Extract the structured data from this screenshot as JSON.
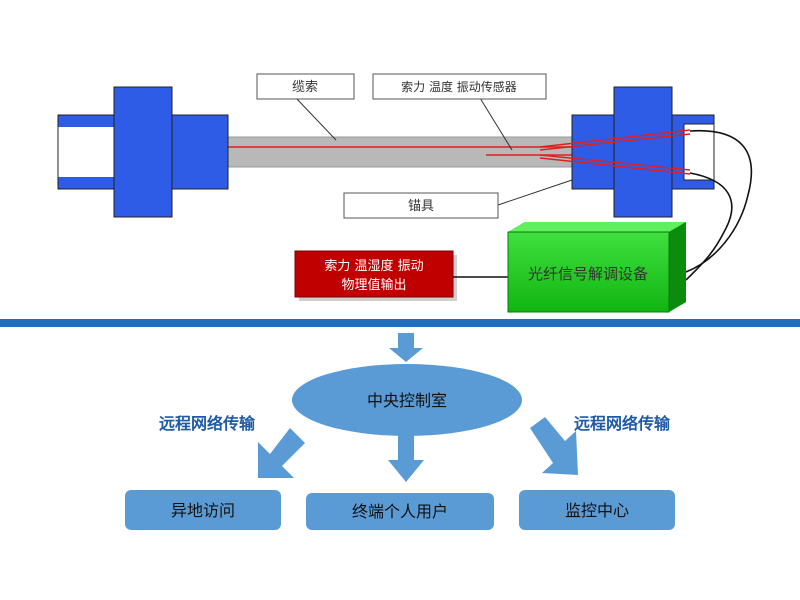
{
  "labels": {
    "cable": "缆索",
    "sensor": "索力 温度 振动传感器",
    "anchor": "锚具",
    "output_line1": "索力 温湿度 振动",
    "output_line2": "物理值输出",
    "demod": "光纤信号解调设备",
    "control_room": "中央控制室",
    "remote_left": "远程网络传输",
    "remote_right": "远程网络传输",
    "box_left": "异地访问",
    "box_middle": "终端个人用户",
    "box_right": "监控中心"
  },
  "colors": {
    "blue": "#2f5ce6",
    "light_blue": "#5b9bd5",
    "divider": "#1f6fc1",
    "green": "#22cc22",
    "red": "#c00000",
    "cable_gray": "#b8b8b8",
    "text_blue": "#1f5aa6"
  }
}
